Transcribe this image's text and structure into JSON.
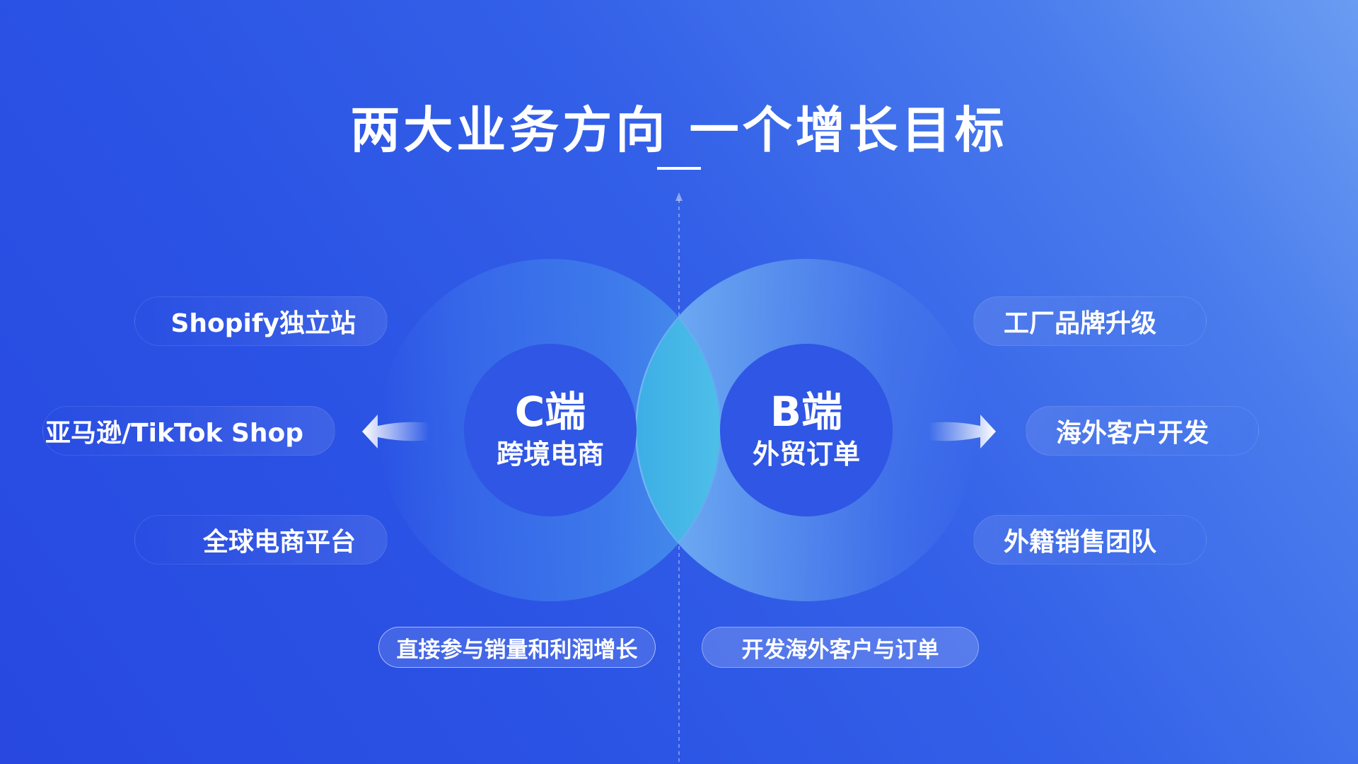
{
  "title": "两大业务方向  一个增长目标",
  "c_side": {
    "head": "C端",
    "sub": "跨境电商",
    "items": [
      "Shopify独立站",
      "亚马逊/TikTok Shop",
      "全球电商平台"
    ],
    "bottom": "直接参与销量和利润增长"
  },
  "b_side": {
    "head": "B端",
    "sub": "外贸订单",
    "items": [
      "工厂品牌升级",
      "海外客户开发",
      "外籍销售团队"
    ],
    "bottom": "开发海外客户与订单"
  },
  "colors": {
    "background_start": "#2848e0",
    "background_end": "#6a9cf2",
    "inner_circle": "#2f56e4",
    "overlap": "#3fb6e4",
    "text": "#ffffff"
  }
}
